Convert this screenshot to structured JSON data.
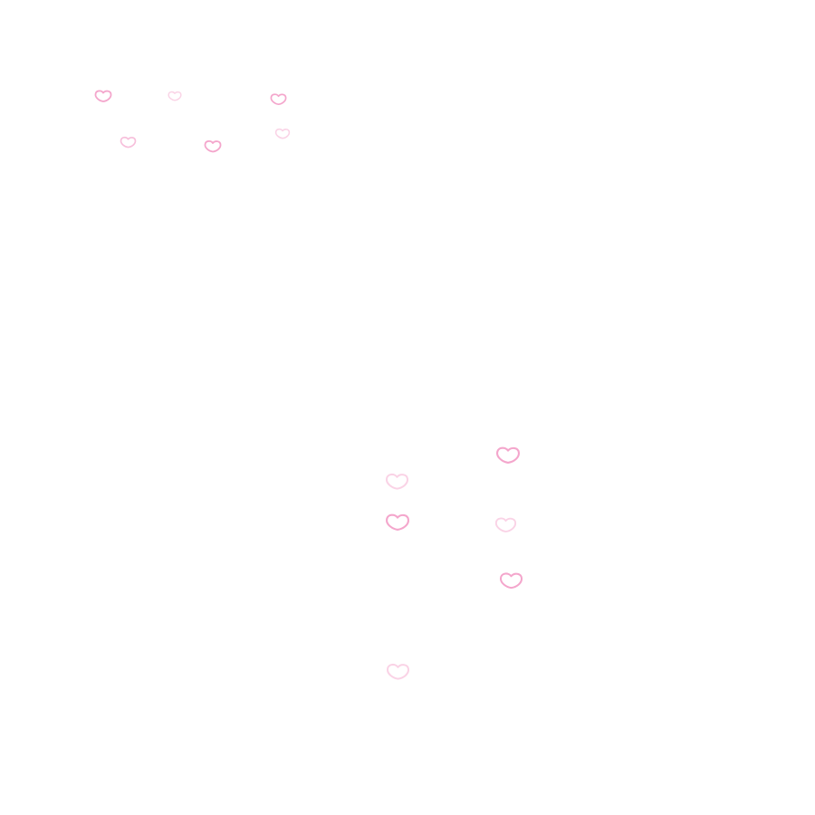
{
  "palette": {
    "background": "#ffffff",
    "heart_strong": "#f4a6cc",
    "heart_mid": "#f7bfdb",
    "heart_light": "#fad3e6"
  },
  "icons": {
    "shape": "heart-outline-icon"
  },
  "groups": [
    {
      "name": "small-cluster",
      "hearts": [
        {
          "tone": "heart_strong"
        },
        {
          "tone": "heart_light"
        },
        {
          "tone": "heart_strong"
        },
        {
          "tone": "heart_mid"
        },
        {
          "tone": "heart_strong"
        },
        {
          "tone": "heart_light"
        }
      ]
    },
    {
      "name": "large-cluster",
      "hearts": [
        {
          "tone": "heart_strong"
        },
        {
          "tone": "heart_light"
        },
        {
          "tone": "heart_strong"
        },
        {
          "tone": "heart_light"
        },
        {
          "tone": "heart_strong"
        },
        {
          "tone": "heart_light"
        }
      ]
    }
  ]
}
